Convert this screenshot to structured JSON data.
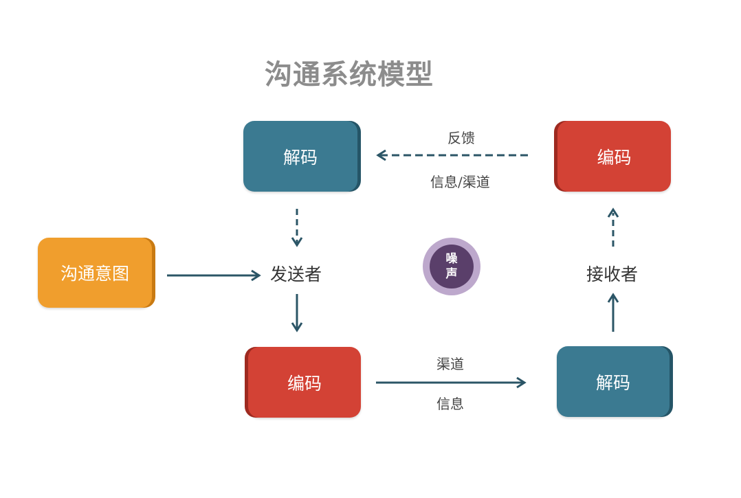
{
  "title": "沟通系统模型",
  "nodes": {
    "intent": "沟通意图",
    "sender": "发送者",
    "encode_left": "编码",
    "decode_left": "解码",
    "decode_right": "解码",
    "encode_right": "编码",
    "receiver": "接收者"
  },
  "noise": {
    "line1": "噪",
    "line2": "声"
  },
  "edges": {
    "feedback_top": "反馈",
    "feedback_bottom": "信息/渠道",
    "channel_top": "渠道",
    "channel_bottom": "信息"
  },
  "colors": {
    "blue": "#3b7a91",
    "red": "#d34235",
    "orange": "#f09e2d",
    "arrow": "#2b5566",
    "noise_outer": "#bda8cc",
    "noise_inner": "#5a3f6a"
  }
}
